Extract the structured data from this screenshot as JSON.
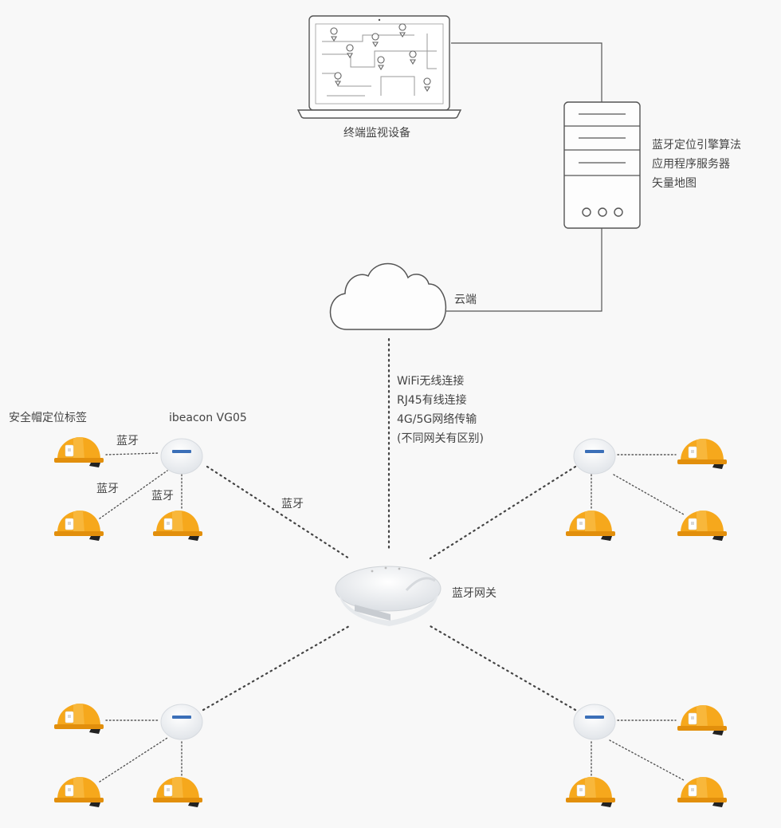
{
  "colors": {
    "background": "#f8f8f8",
    "line": "#555555",
    "dots": "#444444",
    "helmet": "#f6a81c",
    "helmet_shade": "#e08e0a",
    "beacon": "#f4f6f8"
  },
  "labels": {
    "terminal": "终端监视设备",
    "server_lines": [
      "蓝牙定位引擎算法",
      "应用程序服务器",
      "矢量地图"
    ],
    "cloud": "云端",
    "link_lines": [
      "WiFi无线连接",
      "RJ45有线连接",
      "4G/5G网络传输",
      "(不同网关有区别)"
    ],
    "helmet_tag": "安全帽定位标签",
    "beacon_name": "ibeacon VG05",
    "bt_1": "蓝牙",
    "bt_2": "蓝牙",
    "bt_3": "蓝牙",
    "bt_4": "蓝牙",
    "gateway": "蓝牙网关"
  },
  "icons": {
    "laptop": "laptop-map-icon",
    "server": "server-icon",
    "cloud": "cloud-icon",
    "gateway": "bluetooth-gateway-icon",
    "beacon": "ibeacon-icon",
    "helmet": "safety-helmet-icon"
  }
}
